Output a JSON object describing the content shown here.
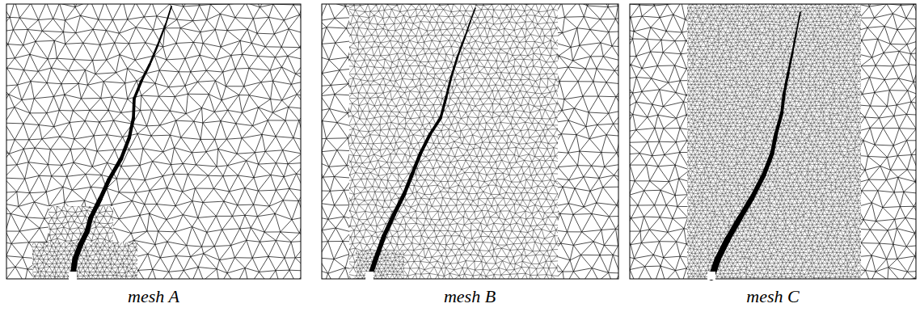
{
  "diagram": {
    "labels": [
      "mesh A",
      "mesh B",
      "mesh C"
    ]
  }
}
